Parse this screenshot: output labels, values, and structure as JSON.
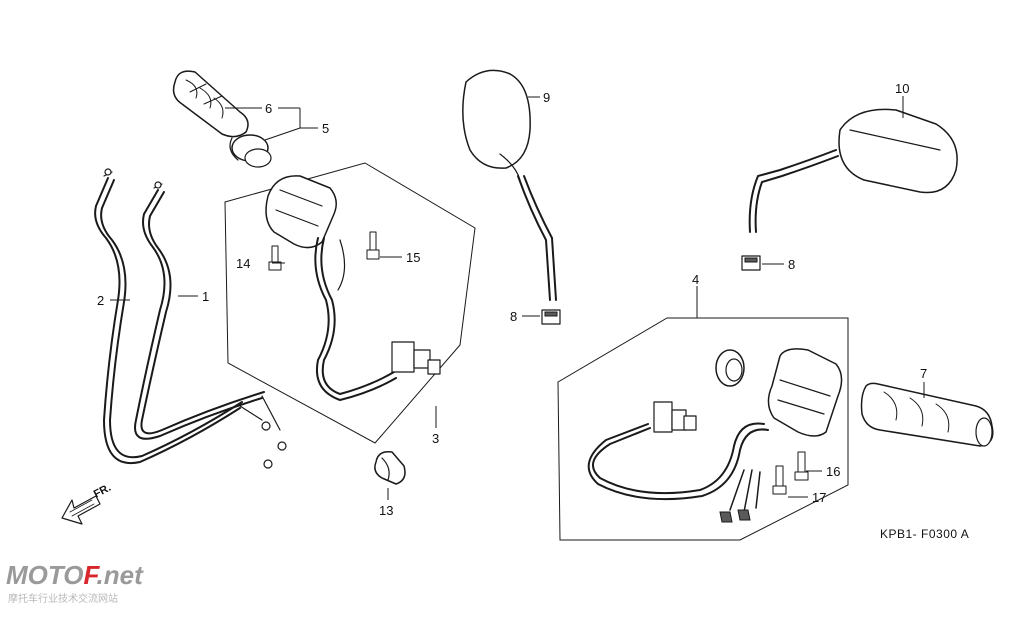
{
  "callouts": [
    "1",
    "2",
    "3",
    "4",
    "5",
    "6",
    "7",
    "8",
    "8",
    "9",
    "10",
    "13",
    "14",
    "15",
    "16",
    "17"
  ],
  "direction_label": "FR.",
  "diagram_code": "KPB1- F0300 A",
  "watermark": {
    "brand_a": "MOTO",
    "brand_b": "F",
    "brand_c": ".net",
    "subtitle": "摩托车行业技术交流网站"
  },
  "colors": {
    "ink": "#1a1a1a",
    "watermark_gray": "#9a9a9a",
    "watermark_red": "#d9262c"
  }
}
